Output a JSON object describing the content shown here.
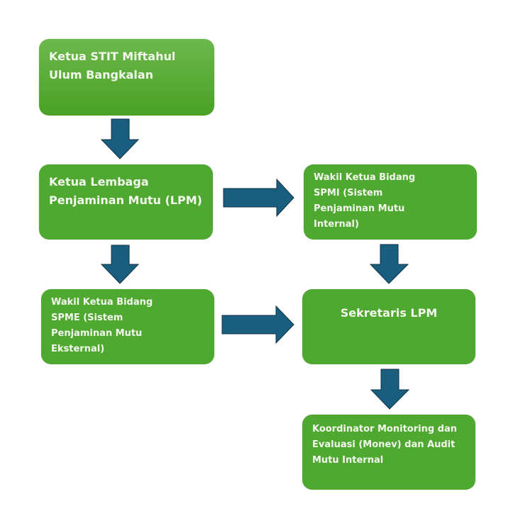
{
  "colors": {
    "box": "#4fa82f",
    "arrow": "#1a5e7f",
    "text": "#f3f8ee"
  },
  "nodes": {
    "ketua_stit": "Ketua STIT Miftahul Ulum Bangkalan",
    "ketua_lpm": "Ketua Lembaga Penjaminan Mutu (LPM)",
    "wakil_spmi": "Wakil Ketua Bidang SPMI (Sistem Penjaminan Mutu Internal)",
    "wakil_spme": "Wakil Ketua Bidang SPME (Sistem Penjaminan Mutu Eksternal)",
    "sekretaris": "Sekretaris LPM",
    "koordinator": "Koordinator Monitoring dan Evaluasi (Monev) dan Audit Mutu Internal"
  },
  "edges": [
    {
      "from": "ketua_stit",
      "to": "ketua_lpm"
    },
    {
      "from": "ketua_lpm",
      "to": "wakil_spmi"
    },
    {
      "from": "ketua_lpm",
      "to": "wakil_spme"
    },
    {
      "from": "wakil_spmi",
      "to": "sekretaris"
    },
    {
      "from": "wakil_spme",
      "to": "sekretaris"
    },
    {
      "from": "sekretaris",
      "to": "koordinator"
    }
  ]
}
